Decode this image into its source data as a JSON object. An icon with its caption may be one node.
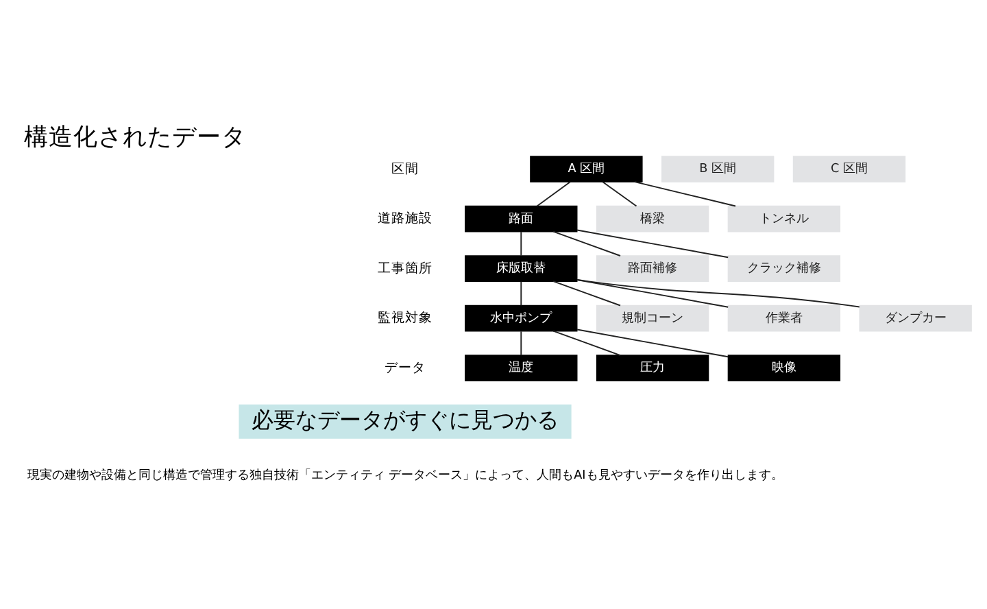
{
  "diagram": {
    "title": "構造化されたデータ",
    "caption": "現実の建物や設備と同じ構造で管理する独自技術「エンティティ データベース」によって、人間もAIも見やすいデータを作り出します。",
    "nodes": [
      {
        "text": [
          "A 区間"
        ]
      },
      {
        "text": [
          "B 区間"
        ]
      },
      {
        "text": [
          "C 区間"
        ]
      },
      {
        "text": [
          "路面"
        ]
      },
      {
        "text": [
          "橋梁"
        ]
      },
      {
        "text": [
          "トンネル"
        ]
      },
      {
        "text": [
          "床版取替"
        ]
      },
      {
        "text": [
          "路面補修"
        ]
      },
      {
        "text": [
          "クラック補修"
        ]
      },
      {
        "text": [
          "水中ポンプ"
        ]
      },
      {
        "text": [
          "規制コーン"
        ]
      },
      {
        "text": [
          "作業者"
        ]
      },
      {
        "text": [
          "ダンプカー"
        ]
      },
      {
        "text": [
          "温度"
        ]
      },
      {
        "text": [
          "圧力"
        ]
      },
      {
        "text": [
          "映像"
        ]
      }
    ],
    "edges": [
      {
        "from": 0,
        "to": 3,
        "arrow": "none"
      },
      {
        "from": 0,
        "to": 4,
        "arrow": "none"
      },
      {
        "from": 0,
        "to": 5,
        "arrow": "none"
      },
      {
        "from": 3,
        "to": 6,
        "arrow": "none"
      },
      {
        "from": 3,
        "to": 7,
        "arrow": "none"
      },
      {
        "from": 3,
        "to": 8,
        "arrow": "none"
      },
      {
        "from": 6,
        "to": 9,
        "arrow": "none"
      },
      {
        "from": 6,
        "to": 10,
        "arrow": "none"
      },
      {
        "from": 6,
        "to": 11,
        "arrow": "none"
      },
      {
        "from": 6,
        "to": 12,
        "arrow": "none"
      },
      {
        "from": 9,
        "to": 13,
        "arrow": "none"
      },
      {
        "from": 9,
        "to": 14,
        "arrow": "none"
      },
      {
        "from": 9,
        "to": 15,
        "arrow": "none"
      }
    ],
    "labels": [
      "区間",
      "道路施設",
      "工事箇所",
      "監視対象",
      "データ",
      "必要なデータがすぐに見つかる"
    ]
  }
}
